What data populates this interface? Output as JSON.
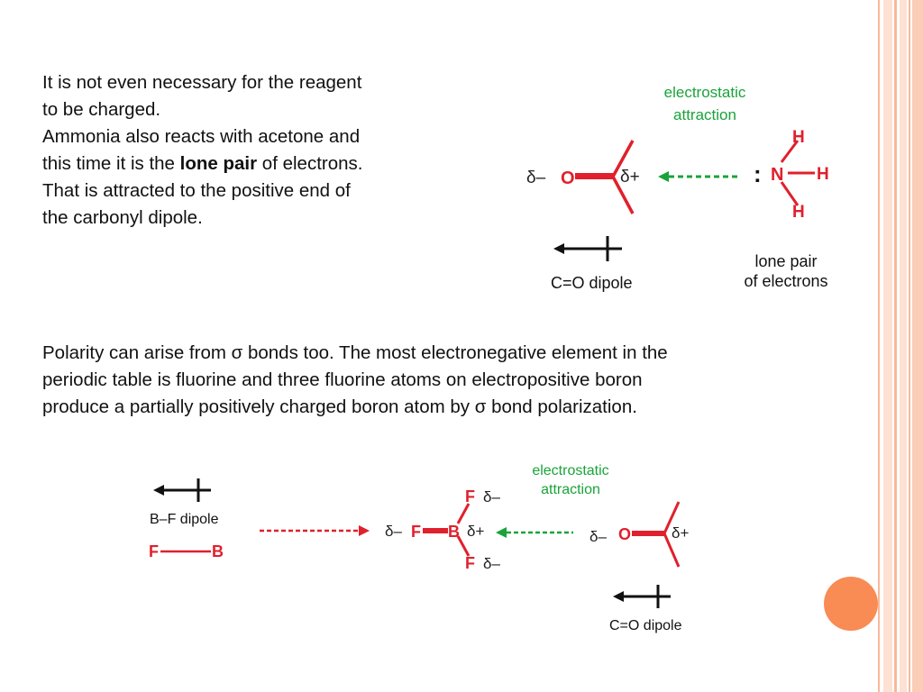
{
  "slide": {
    "paragraph1": {
      "line1": "It is not even necessary for the reagent",
      "line2": "to be charged.",
      "line3": "Ammonia also reacts with acetone and",
      "line4_pre": "this time it is the ",
      "line4_bold": "lone pair",
      "line4_post": " of electrons.",
      "line5": "That is attracted to the positive end of",
      "line6": "the carbonyl dipole."
    },
    "paragraph2": {
      "line1": "Polarity can arise from σ bonds too. The most electronegative element in the",
      "line2": "periodic table is fluorine and three fluorine atoms on electropositive boron",
      "line3": "produce a partially positively charged boron atom by σ bond polarization."
    }
  },
  "diagram1": {
    "attraction_line1": "electrostatic",
    "attraction_line2": "attraction",
    "delta_minus": "δ–",
    "delta_plus": "δ+",
    "oxygen": "O",
    "nitrogen": "N",
    "hydrogen": "H",
    "lone_pair_dots": ":",
    "dipole_label": "C=O dipole",
    "lone_pair_line1": "lone pair",
    "lone_pair_line2": "of electrons"
  },
  "diagram2": {
    "bf_dipole_label": "B–F dipole",
    "f_atom": "F",
    "b_atom": "B",
    "attraction_line1": "electrostatic",
    "attraction_line2": "attraction",
    "delta_minus": "δ–",
    "delta_plus": "δ+",
    "oxygen": "O",
    "dipole_label": "C=O dipole"
  },
  "colors": {
    "accent_red": "#e0202c",
    "accent_green": "#1aa33a",
    "stripe_orange": "#f9b89a",
    "circle_orange": "#f98b54",
    "text": "#111111"
  }
}
